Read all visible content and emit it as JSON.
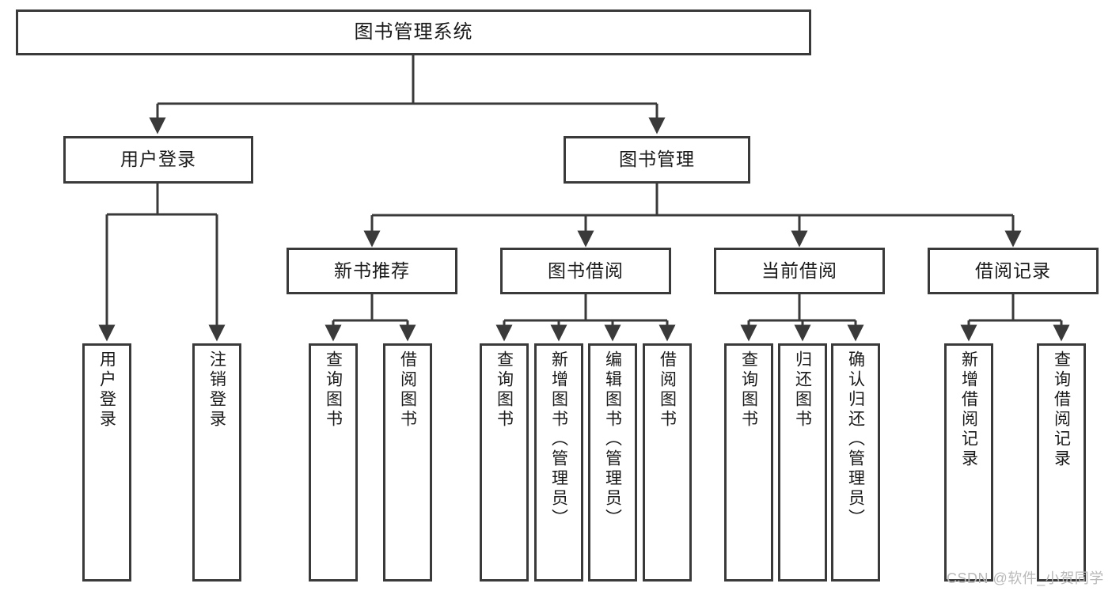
{
  "diagram": {
    "title": "图书管理系统",
    "type": "tree-hierarchy",
    "root": {
      "id": "root",
      "label": "图书管理系统"
    },
    "level2": [
      {
        "id": "user-login",
        "label": "用户登录"
      },
      {
        "id": "book-manage",
        "label": "图书管理"
      }
    ],
    "level3": [
      {
        "id": "new-book-recommend",
        "label": "新书推荐",
        "parent": "book-manage"
      },
      {
        "id": "book-borrow",
        "label": "图书借阅",
        "parent": "book-manage"
      },
      {
        "id": "current-borrow",
        "label": "当前借阅",
        "parent": "book-manage"
      },
      {
        "id": "borrow-record",
        "label": "借阅记录",
        "parent": "book-manage"
      }
    ],
    "leaves": [
      {
        "id": "leaf-user-login",
        "label": "用户登录",
        "parent": "user-login"
      },
      {
        "id": "leaf-user-logout",
        "label": "注销登录",
        "parent": "user-login"
      },
      {
        "id": "leaf-query-book-1",
        "label": "查询图书",
        "parent": "new-book-recommend"
      },
      {
        "id": "leaf-borrow-book-1",
        "label": "借阅图书",
        "parent": "new-book-recommend"
      },
      {
        "id": "leaf-query-book-2",
        "label": "查询图书",
        "parent": "book-borrow"
      },
      {
        "id": "leaf-add-book",
        "label": "新增图书（管理员）",
        "parent": "book-borrow"
      },
      {
        "id": "leaf-edit-book",
        "label": "编辑图书（管理员）",
        "parent": "book-borrow"
      },
      {
        "id": "leaf-borrow-book-2",
        "label": "借阅图书",
        "parent": "book-borrow"
      },
      {
        "id": "leaf-query-book-3",
        "label": "查询图书",
        "parent": "current-borrow"
      },
      {
        "id": "leaf-return-book",
        "label": "归还图书",
        "parent": "current-borrow"
      },
      {
        "id": "leaf-confirm-return",
        "label": "确认归还（管理员）",
        "parent": "current-borrow"
      },
      {
        "id": "leaf-add-record",
        "label": "新增借阅记录",
        "parent": "borrow-record"
      },
      {
        "id": "leaf-query-record",
        "label": "查询借阅记录",
        "parent": "borrow-record"
      }
    ],
    "watermark": "CSDN @软件_小贺同学",
    "colors": {
      "stroke": "#3a3a3a",
      "fill": "#ffffff",
      "text": "#1a1a1a",
      "watermark": "#b9b9b9"
    }
  }
}
